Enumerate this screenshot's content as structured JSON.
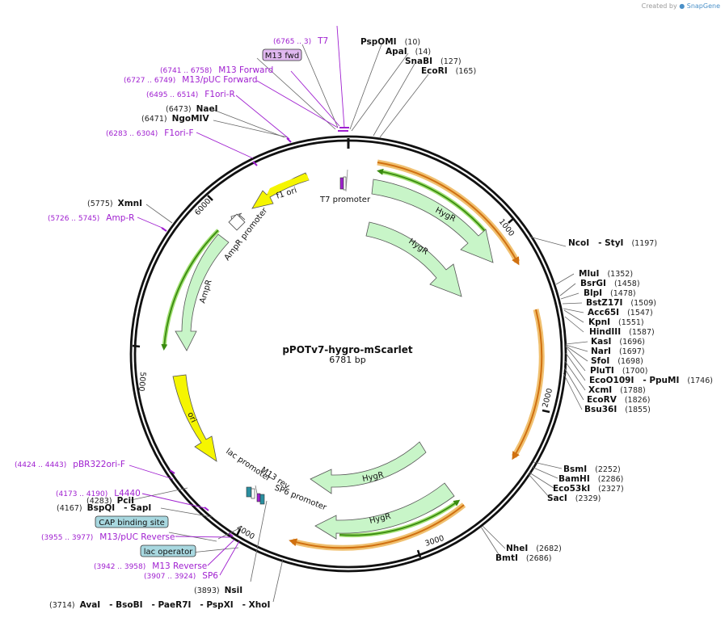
{
  "credit": {
    "prefix": "Created by",
    "brand": "SnapGene"
  },
  "plasmid": {
    "name": "pPOTv7-hygro-mScarlet",
    "size": "6781 bp"
  },
  "ticks": [
    "1000",
    "2000",
    "3000",
    "4000",
    "5000",
    "6000"
  ],
  "enzymes": [
    {
      "name": "PspOMI",
      "pos": "(10)"
    },
    {
      "name": "ApaI",
      "pos": "(14)"
    },
    {
      "name": "SnaBI",
      "pos": "(127)"
    },
    {
      "name": "EcoRI",
      "pos": "(165)"
    },
    {
      "name": "NcoI   - StyI",
      "pos": "(1197)"
    },
    {
      "name": "MluI",
      "pos": "(1352)"
    },
    {
      "name": "BsrGI",
      "pos": "(1458)"
    },
    {
      "name": "BlpI",
      "pos": "(1478)"
    },
    {
      "name": "BstZ17I",
      "pos": "(1509)"
    },
    {
      "name": "Acc65I",
      "pos": "(1547)"
    },
    {
      "name": "KpnI",
      "pos": "(1551)"
    },
    {
      "name": "HindIII",
      "pos": "(1587)"
    },
    {
      "name": "KasI",
      "pos": "(1696)"
    },
    {
      "name": "NarI",
      "pos": "(1697)"
    },
    {
      "name": "SfoI",
      "pos": "(1698)"
    },
    {
      "name": "PluTI",
      "pos": "(1700)"
    },
    {
      "name": "EcoO109I   - PpuMI",
      "pos": "(1746)"
    },
    {
      "name": "XcmI",
      "pos": "(1788)"
    },
    {
      "name": "EcoRV",
      "pos": "(1826)"
    },
    {
      "name": "Bsu36I",
      "pos": "(1855)"
    },
    {
      "name": "BsmI",
      "pos": "(2252)"
    },
    {
      "name": "BamHI",
      "pos": "(2286)"
    },
    {
      "name": "Eco53kI",
      "pos": "(2327)"
    },
    {
      "name": "SacI",
      "pos": "(2329)"
    },
    {
      "name": "NheI",
      "pos": "(2682)"
    },
    {
      "name": "BmtI",
      "pos": "(2686)"
    },
    {
      "name": "XmnI",
      "pos": "(5775)"
    },
    {
      "name": "NaeI",
      "pos": "(6473)"
    },
    {
      "name": "NgoMIV",
      "pos": "(6471)"
    },
    {
      "name": "PciI",
      "pos": "(4283)"
    },
    {
      "name": "BspQI   - SapI",
      "pos": "(4167)"
    },
    {
      "name": "NsiI",
      "pos": "(3893)"
    },
    {
      "name": "AvaI   - BsoBI   - PaeR7I   - PspXI   - XhoI",
      "pos": "(3714)"
    }
  ],
  "primers": [
    {
      "name": "T7",
      "pos": "(6765 .. 3)"
    },
    {
      "name": "M13 Forward",
      "pos": "(6741 .. 6758)"
    },
    {
      "name": "M13/pUC Forward",
      "pos": "(6727 .. 6749)"
    },
    {
      "name": "F1ori-R",
      "pos": "(6495 .. 6514)"
    },
    {
      "name": "F1ori-F",
      "pos": "(6283 .. 6304)"
    },
    {
      "name": "Amp-R",
      "pos": "(5726 .. 5745)"
    },
    {
      "name": "pBR322ori-F",
      "pos": "(4424 .. 4443)"
    },
    {
      "name": "L4440",
      "pos": "(4173 .. 4190)"
    },
    {
      "name": "M13/pUC Reverse",
      "pos": "(3955 .. 3977)"
    },
    {
      "name": "M13 Reverse",
      "pos": "(3942 .. 3958)"
    },
    {
      "name": "SP6",
      "pos": "(3907 .. 3924)"
    }
  ],
  "boxed_features": {
    "m13fwd": "M13 fwd",
    "cap": "CAP binding site",
    "lacop": "lac operator"
  },
  "features": {
    "t7promoter": "T7 promoter",
    "f1ori": "f1 ori",
    "amprpromoter": "AmpR promoter",
    "ampr": "AmpR",
    "ori": "ori",
    "hygr1": "HygR",
    "hygr2": "HygR",
    "hygr3": "HygR",
    "hygr4": "HygR",
    "lacpromoter": "lac promoter",
    "m13rev": "M13 rev",
    "sp6promoter": "SP6 promoter"
  },
  "colors": {
    "backbone": "#111111",
    "primer": "#a020d0",
    "orf_orange": "#e8a040",
    "orf_green": "#3a8a10",
    "hygr_fill": "#c8f5c8",
    "ori_fill": "#f5f500",
    "boxed_fill_blue": "#a8d8e0",
    "boxed_fill_purple": "#e0b8f0"
  }
}
